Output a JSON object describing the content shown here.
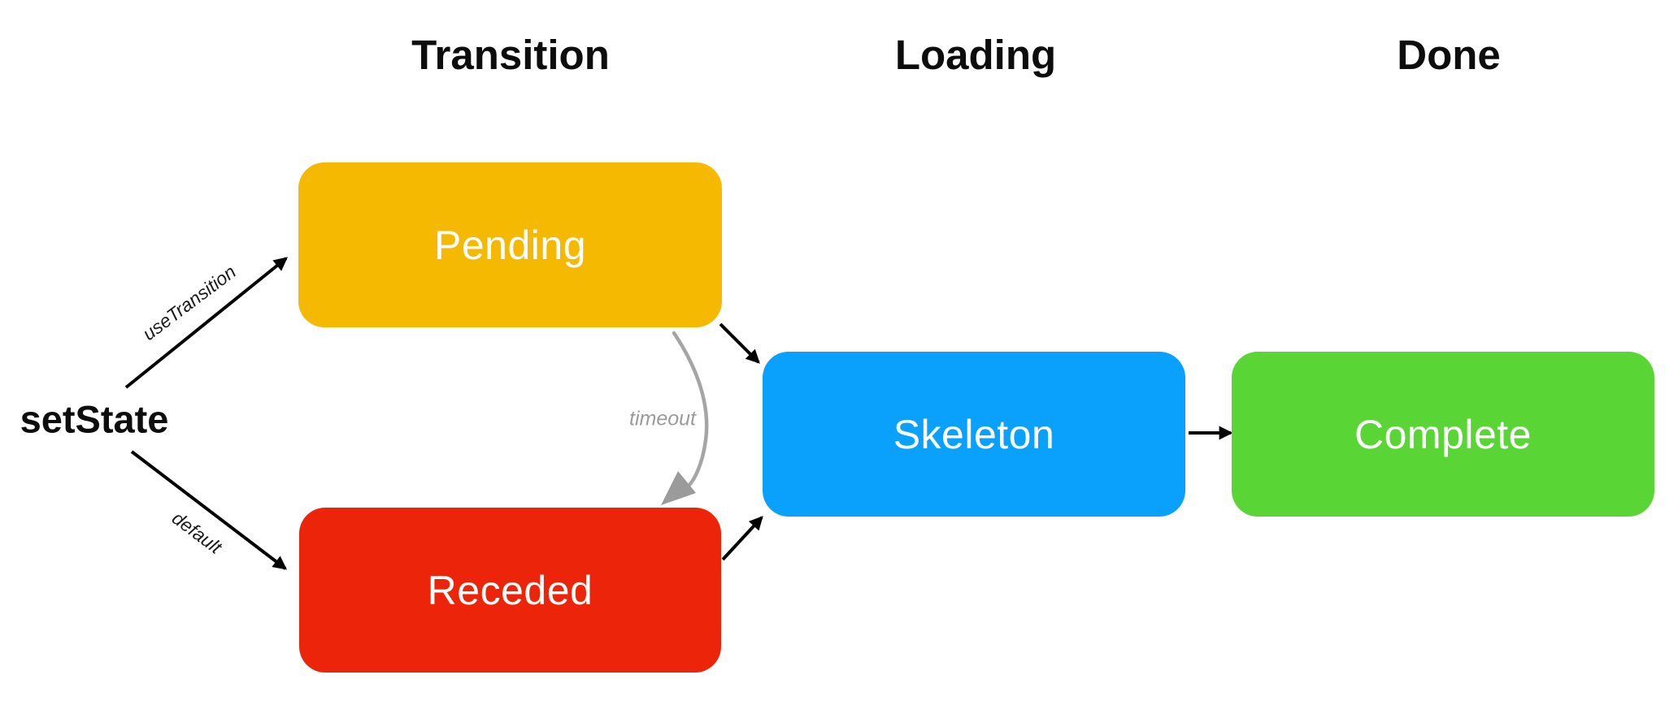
{
  "diagram": {
    "background": "#FFFFFF",
    "column_headers": [
      {
        "label": "Transition"
      },
      {
        "label": "Loading"
      },
      {
        "label": "Done"
      }
    ],
    "entry": {
      "label": "setState"
    },
    "nodes": [
      {
        "id": "pending",
        "label": "Pending",
        "color": "#F6B901",
        "text_color": "#FFFFFF"
      },
      {
        "id": "receded",
        "label": "Receded",
        "color": "#EC2409",
        "text_color": "#FFFFFF"
      },
      {
        "id": "skeleton",
        "label": "Skeleton",
        "color": "#0AA1FC",
        "text_color": "#FFFFFF"
      },
      {
        "id": "complete",
        "label": "Complete",
        "color": "#59D636",
        "text_color": "#FFFFFF"
      }
    ],
    "edges": [
      {
        "id": "use-transition",
        "label": "useTransition",
        "from": "setState",
        "to": "Pending",
        "color": "#000000",
        "style": "straight"
      },
      {
        "id": "default",
        "label": "default",
        "from": "setState",
        "to": "Receded",
        "color": "#000000",
        "style": "straight"
      },
      {
        "id": "timeout",
        "label": "timeout",
        "from": "Pending",
        "to": "Receded",
        "color": "#9B9B9B",
        "style": "hand-drawn-curve"
      },
      {
        "id": "pending-to-skeleton",
        "label": "",
        "from": "Pending",
        "to": "Skeleton",
        "color": "#000000",
        "style": "straight"
      },
      {
        "id": "receded-to-skeleton",
        "label": "",
        "from": "Receded",
        "to": "Skeleton",
        "color": "#000000",
        "style": "straight"
      },
      {
        "id": "skeleton-to-complete",
        "label": "",
        "from": "Skeleton",
        "to": "Complete",
        "color": "#000000",
        "style": "straight"
      }
    ]
  }
}
